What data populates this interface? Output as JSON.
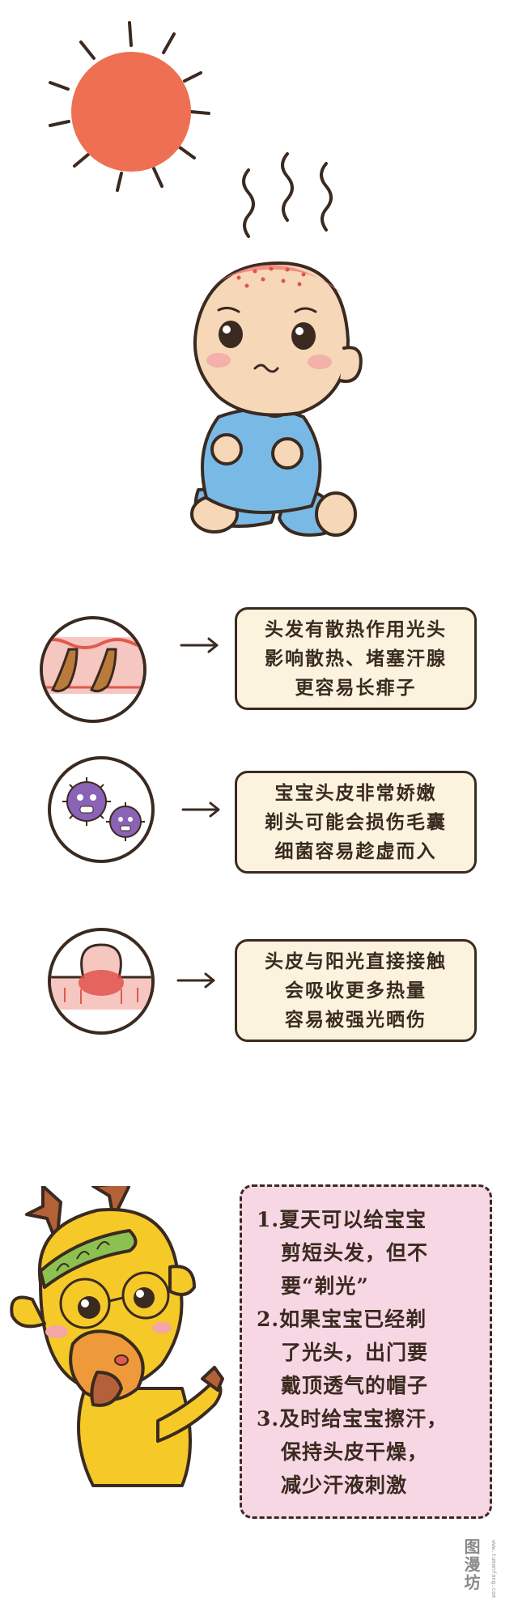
{
  "cards": [
    {
      "lines": [
        "头发有散热作用光头",
        "影响散热、堵塞汗腺",
        "更容易长痱子"
      ]
    },
    {
      "lines": [
        "宝宝头皮非常娇嫩",
        "剃头可能会损伤毛囊",
        "细菌容易趁虚而入"
      ]
    },
    {
      "lines": [
        "头皮与阳光直接接触",
        "会吸收更多热量",
        "容易被强光晒伤"
      ]
    }
  ],
  "tips": {
    "lines": [
      "1.夏天可以给宝宝",
      "剪短头发，但不",
      "要“剃光”",
      "2.如果宝宝已经剃",
      "了光头，出门要",
      "戴顶透气的帽子",
      "3.及时给宝宝擦汗，",
      "保持头皮干燥，",
      "减少汗液刺激"
    ]
  },
  "watermark": {
    "text": "图漫坊",
    "sub": "www.tumanfang.com"
  },
  "colors": {
    "sun": "#ee6f52",
    "skin": "#f6d7b8",
    "shirt": "#79b9e6",
    "outline": "#3a2a20",
    "card_bg": "#fbf3de",
    "tips_bg": "#f8d7e4",
    "giraffe": "#f5c928"
  }
}
